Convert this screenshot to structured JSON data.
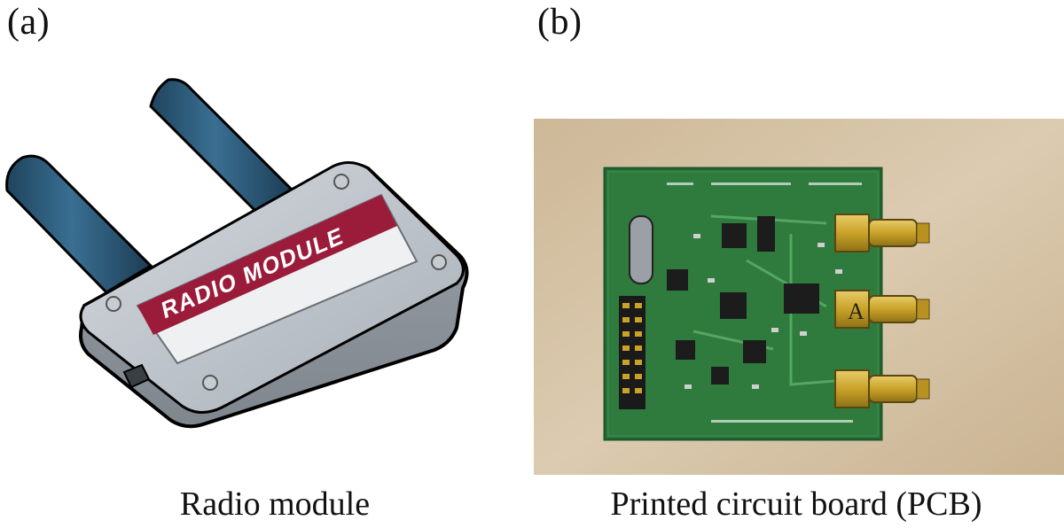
{
  "panels": [
    {
      "label": "(a)",
      "caption": "Radio module",
      "device_label": "RADIO MODULE"
    },
    {
      "label": "(b)",
      "caption": "Printed circuit board (PCB)",
      "board_marking": "A"
    }
  ],
  "colors": {
    "antenna": "#2c5673",
    "enclosure": "#b8bec5",
    "label_band": "#9b1c3a",
    "pcb": "#2f7a3d",
    "background_wood": "#d8c6aa",
    "connector": "#c9a227"
  }
}
